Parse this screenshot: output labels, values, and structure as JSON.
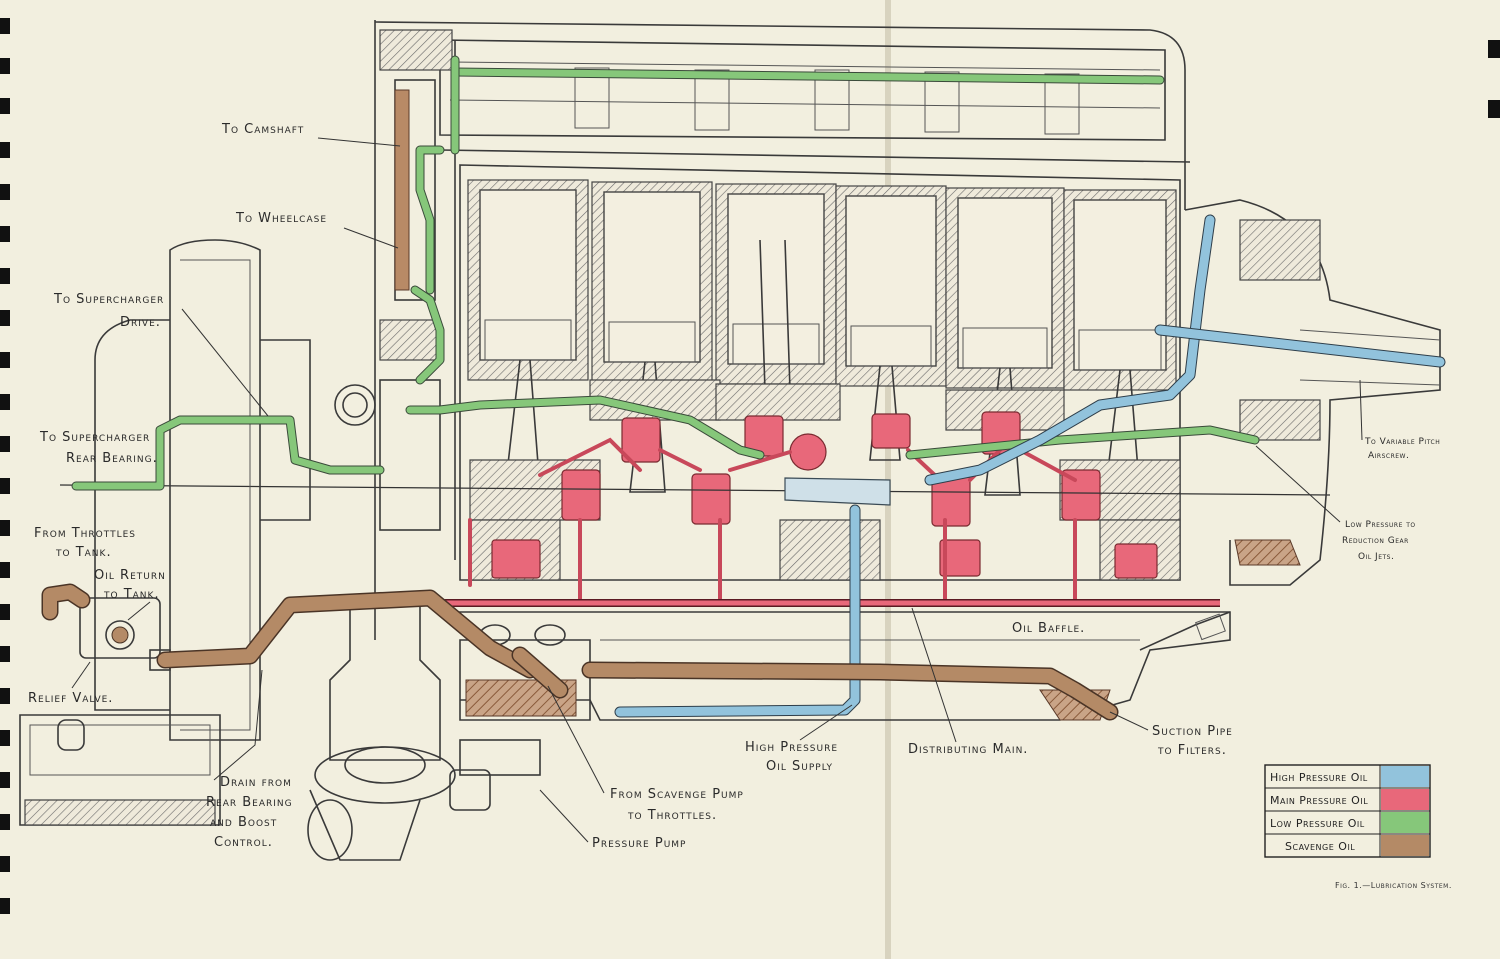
{
  "labels": {
    "to_camshaft": "To Camshaft",
    "to_wheelcase": "To Wheelcase",
    "to_supercharger_drive_1": "To Supercharger",
    "to_supercharger_drive_2": "Drive.",
    "to_supercharger_rear_1": "To Supercharger",
    "to_supercharger_rear_2": "Rear Bearing.",
    "from_throttles_1": "From  Throttles",
    "from_throttles_2": "to  Tank.",
    "oil_return_1": "Oil Return",
    "oil_return_2": "to Tank.",
    "relief_valve": "Relief Valve.",
    "drain_1": "Drain from",
    "drain_2": "Rear Bearing",
    "drain_3": "and  Boost",
    "drain_4": "Control.",
    "high_pressure_supply_1": "High Pressure",
    "high_pressure_supply_2": "Oil Supply",
    "from_scavenge_1": "From Scavenge  Pump",
    "from_scavenge_2": "to  Throttles.",
    "pressure_pump": "Pressure Pump",
    "distributing_main": "Distributing Main.",
    "oil_baffle": "Oil Baffle.",
    "suction_pipe_1": "Suction Pipe",
    "suction_pipe_2": "to Filters.",
    "variable_pitch_1": "To Variable Pitch",
    "variable_pitch_2": "Airscrew.",
    "low_pressure_jets_1": "Low Pressure to",
    "low_pressure_jets_2": "Reduction Gear",
    "low_pressure_jets_3": "Oil Jets."
  },
  "legend": [
    {
      "label": "High Pressure Oil",
      "color": "#92c3dc"
    },
    {
      "label": "Main Pressure Oil",
      "color": "#e8687a"
    },
    {
      "label": "Low Pressure Oil",
      "color": "#86c77a"
    },
    {
      "label": "Scavenge  Oil",
      "color": "#b48a66"
    }
  ],
  "caption": "Fig. 1.—Lubrication System.",
  "colors": {
    "paper": "#f2efdf",
    "high_pressure": "#92c3dc",
    "main_pressure": "#e8687a",
    "low_pressure": "#86c77a",
    "scavenge": "#b48a66"
  }
}
